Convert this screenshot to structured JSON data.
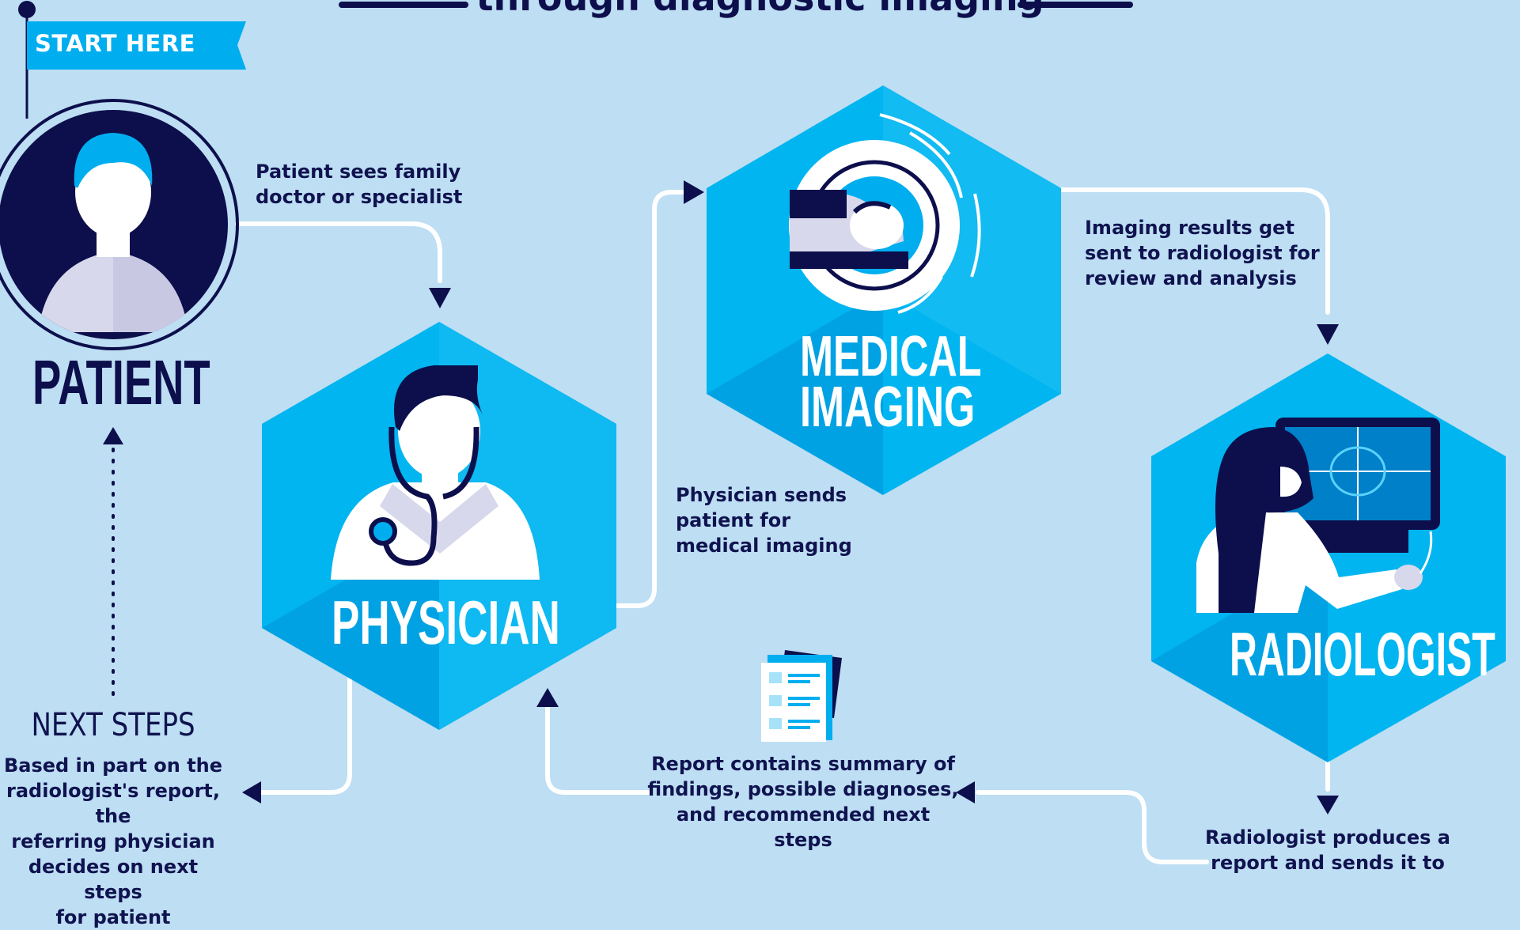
{
  "title_fragment": "through diagnostic imaging",
  "start_label": "START HERE",
  "patient": {
    "label": "PATIENT",
    "step_text": [
      "Patient sees family",
      "doctor or specialist"
    ]
  },
  "physician": {
    "label": "PHYSICIAN",
    "step_text": [
      "Physician sends",
      "patient for",
      "medical imaging"
    ]
  },
  "medical_imaging": {
    "label_line1": "MEDICAL",
    "label_line2": "IMAGING",
    "step_text": [
      "Imaging results get",
      "sent to radiologist for",
      "review and analysis"
    ]
  },
  "radiologist": {
    "label": "RADIOLOGIST",
    "step_text": [
      "Radiologist produces a",
      "report and sends it to"
    ]
  },
  "report": {
    "step_text": [
      "Report contains summary of",
      "findings, possible diagnoses,",
      "and recommended next steps"
    ]
  },
  "next_steps": {
    "label": "NEXT STEPS",
    "step_text": [
      "Based in part on the",
      "radiologist's report, the",
      "referring physician",
      "decides on next steps",
      "for patient"
    ]
  },
  "colors": {
    "background": "#BDDEF3",
    "navy": "#0D0F4C",
    "hex_light": "#00B5F0",
    "hex_dark": "#0095D9",
    "connector": "#FFFFFF"
  },
  "icons": [
    "patient-avatar-icon",
    "doctor-stethoscope-icon",
    "mri-scanner-icon",
    "radiologist-monitor-icon",
    "report-document-icon"
  ]
}
